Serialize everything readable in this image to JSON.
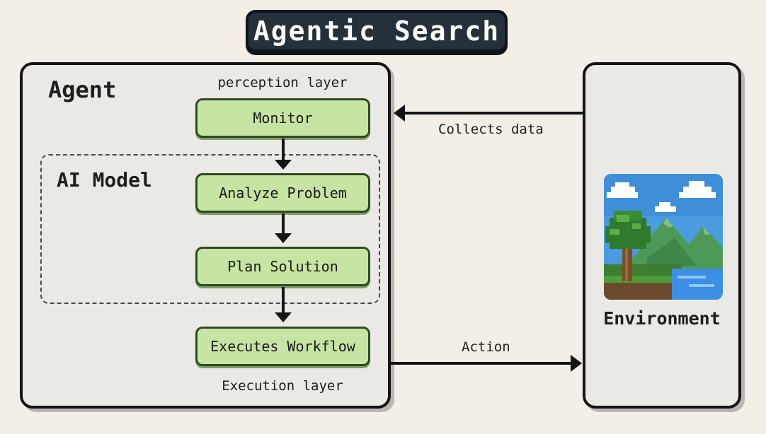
{
  "title": "Agentic Search",
  "agent": {
    "label": "Agent",
    "perception_layer": "perception layer",
    "execution_layer": "Execution layer",
    "ai_model_label": "AI Model",
    "steps": {
      "monitor": "Monitor",
      "analyze": "Analyze Problem",
      "plan": "Plan Solution",
      "execute": "Executes Workflow"
    }
  },
  "environment": {
    "label": "Environment",
    "image_icon": "landscape-icon"
  },
  "edges": {
    "collects": "Collects data",
    "action": "Action"
  },
  "colors": {
    "background": "#f4efe6",
    "panel": "#ebe9e6",
    "step_fill": "#c6e5a3",
    "step_border": "#2f4a22",
    "title_bg": "#24303a"
  }
}
